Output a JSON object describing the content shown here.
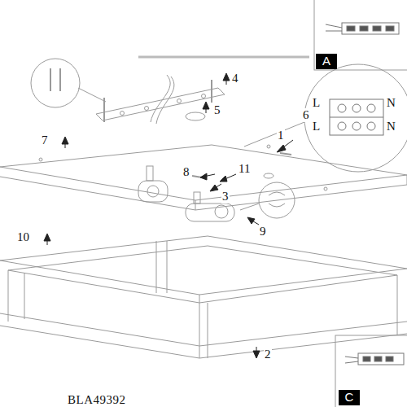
{
  "diagram": {
    "nodes": [
      {
        "text": [
          "A"
        ]
      },
      {
        "text": [
          "C"
        ]
      }
    ],
    "labels": [
      "4",
      "L",
      "N",
      "6",
      "L",
      "N",
      "5",
      "7",
      "1",
      "8",
      "11",
      "3",
      "9",
      "10",
      "2",
      "BLA49392"
    ]
  }
}
